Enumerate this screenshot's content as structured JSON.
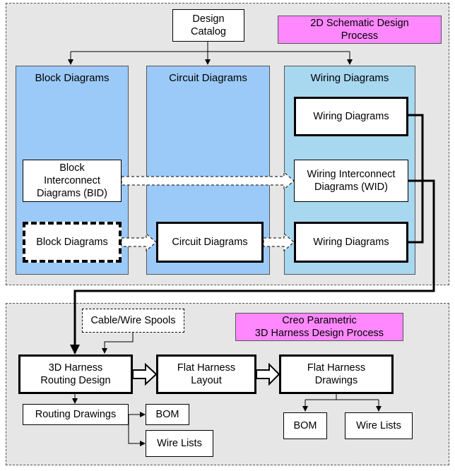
{
  "design_catalog": "Design\nCatalog",
  "schematic_label": "2D Schematic Design\nProcess",
  "columns": {
    "block": "Block Diagrams",
    "circuit": "Circuit Diagrams",
    "wiring": "Wiring Diagrams"
  },
  "boxes": {
    "wiring_top": "Wiring Diagrams",
    "bid": "Block\nInterconnect\nDiagrams (BID)",
    "wid": "Wiring Interconnect\nDiagrams (WID)",
    "block_diagrams": "Block Diagrams",
    "circuit_diagrams": "Circuit Diagrams",
    "wiring_bottom": "Wiring Diagrams",
    "cable_spools": "Cable/Wire Spools",
    "creo_label": "Creo Parametric\n3D Harness Design Process",
    "routing_design": "3D Harness\nRouting Design",
    "flat_layout": "Flat Harness\nLayout",
    "flat_drawings": "Flat  Harness\nDrawings",
    "routing_drawings": "Routing Drawings",
    "bom_left": "BOM",
    "wire_lists_left": "Wire Lists",
    "bom_right": "BOM",
    "wire_lists_right": "Wire Lists"
  }
}
